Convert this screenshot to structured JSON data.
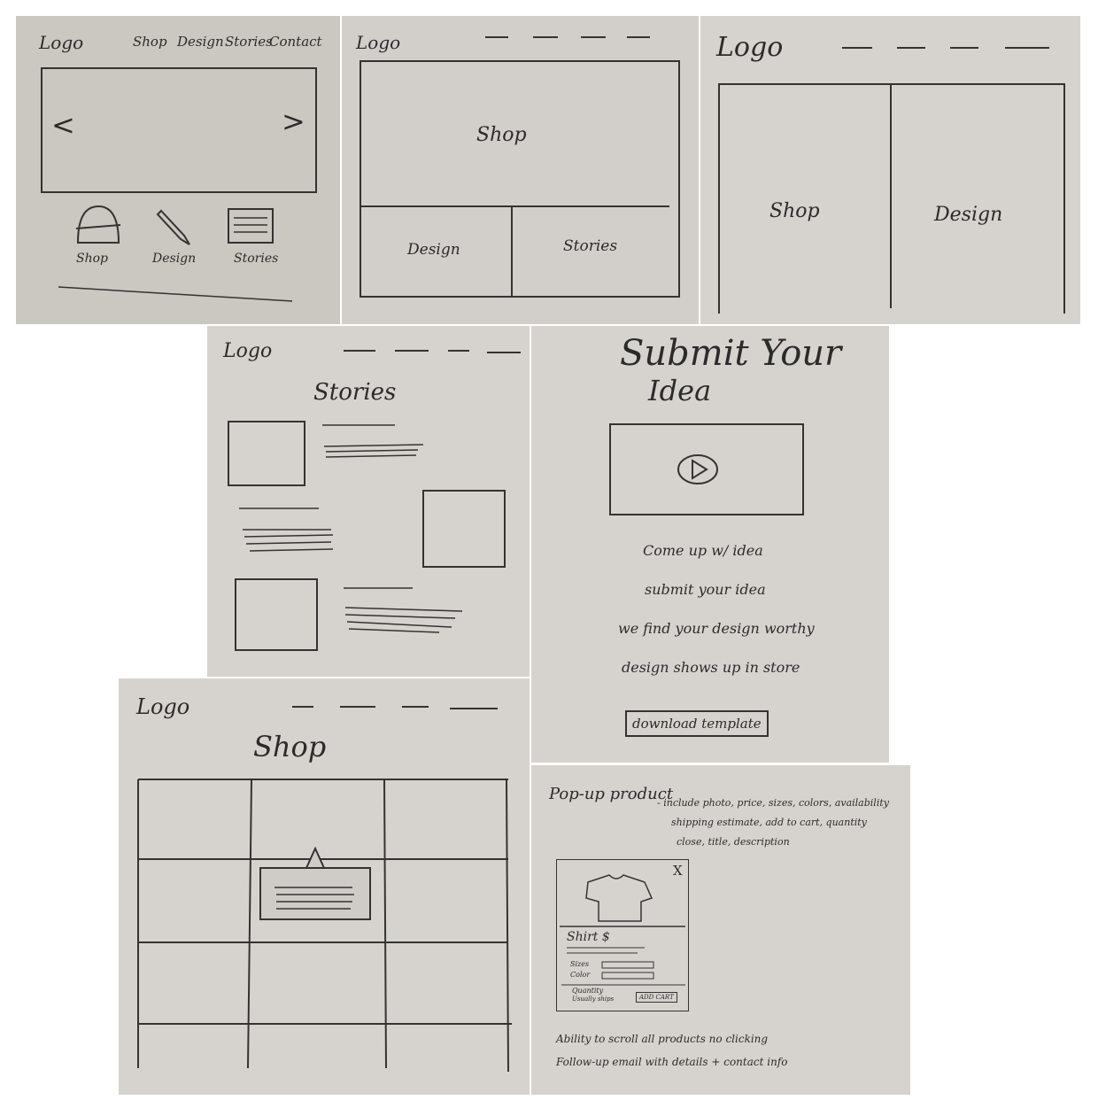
{
  "sketch1": {
    "logo": "Logo",
    "nav": [
      "Shop",
      "Design",
      "Stories",
      "Contact"
    ],
    "carousel_prev": "<",
    "carousel_next": ">",
    "features": [
      "Shop",
      "Design",
      "Stories"
    ]
  },
  "sketch2": {
    "logo": "Logo",
    "hero": "Shop",
    "left_panel": "Design",
    "right_panel": "Stories"
  },
  "sketch3": {
    "logo": "Logo",
    "left_panel": "Shop",
    "right_panel": "Design"
  },
  "sketch4": {
    "logo": "Logo",
    "title": "Stories"
  },
  "sketch5": {
    "title_line1": "Submit Your",
    "title_line2": "Idea",
    "steps": [
      "Come up w/ idea",
      "submit your idea",
      "we find your design worthy",
      "design shows up in store"
    ],
    "button": "download template"
  },
  "sketch6": {
    "logo": "Logo",
    "title": "Shop"
  },
  "sketch7": {
    "heading": "Pop-up product",
    "notes_line1": "- include photo, price, sizes, colors, availability",
    "notes_line2": "shipping estimate, add to cart, quantity",
    "notes_line3": "close, title, description",
    "close": "X",
    "product_title": "Shirt $",
    "sizes_label": "Sizes",
    "colors_label": "Color",
    "quantity_label": "Quantity",
    "shipping_label": "Usually ships",
    "add_to_cart": "ADD CART",
    "footer_line1": "Ability to scroll all products no clicking",
    "footer_line2": "Follow-up email with details + contact info"
  }
}
